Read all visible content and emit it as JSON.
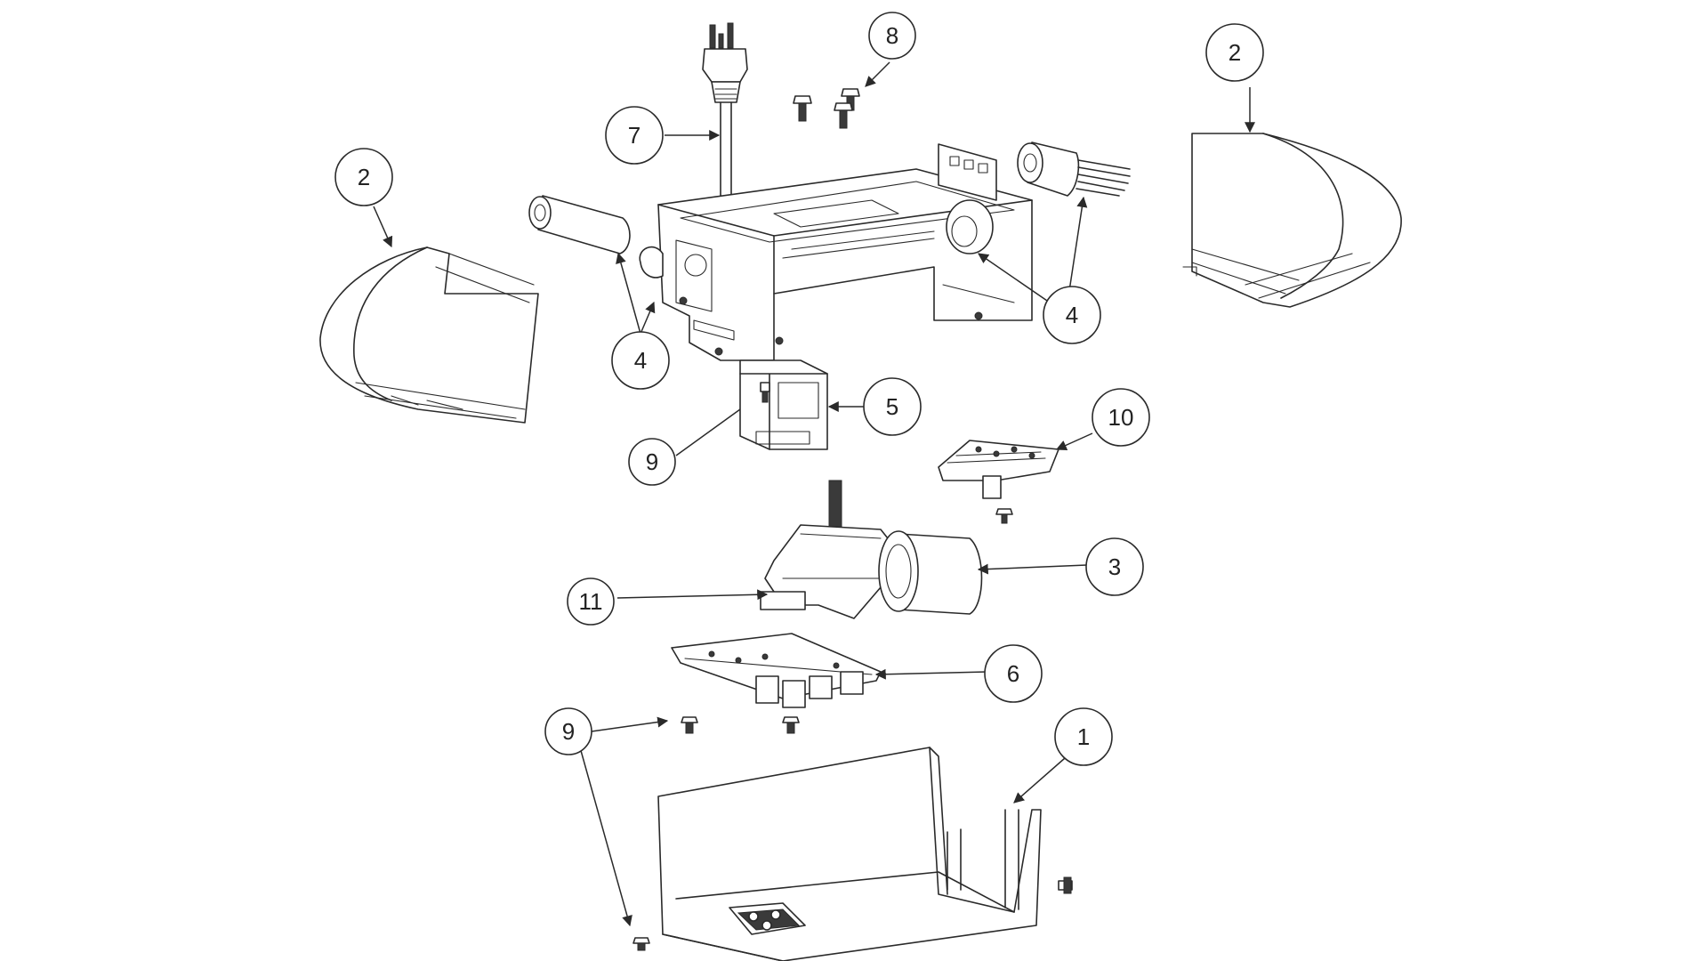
{
  "colors": {
    "line": "#2a2a2a",
    "background": "#ffffff"
  },
  "callouts": [
    {
      "id": "c1",
      "label": "1"
    },
    {
      "id": "c2a",
      "label": "2"
    },
    {
      "id": "c2b",
      "label": "2"
    },
    {
      "id": "c3",
      "label": "3"
    },
    {
      "id": "c4a",
      "label": "4"
    },
    {
      "id": "c4b",
      "label": "4"
    },
    {
      "id": "c5",
      "label": "5"
    },
    {
      "id": "c6",
      "label": "6"
    },
    {
      "id": "c7",
      "label": "7"
    },
    {
      "id": "c8",
      "label": "8"
    },
    {
      "id": "c9a",
      "label": "9"
    },
    {
      "id": "c9b",
      "label": "9"
    },
    {
      "id": "c10",
      "label": "10"
    },
    {
      "id": "c11",
      "label": "11"
    }
  ]
}
